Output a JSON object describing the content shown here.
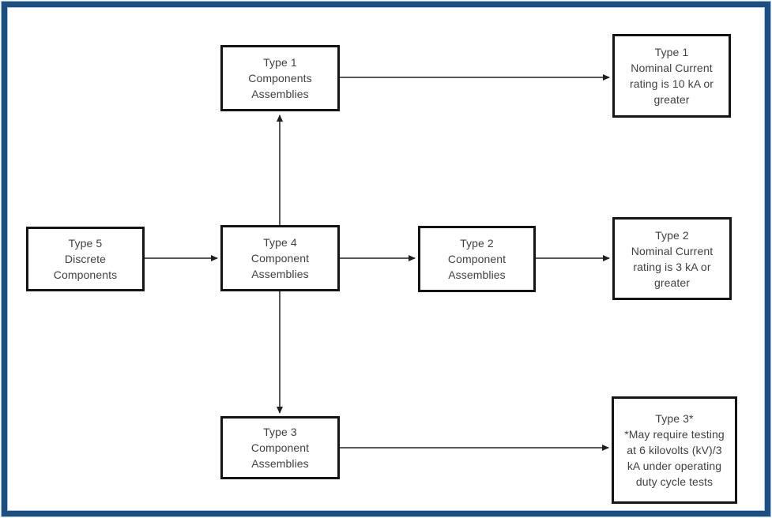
{
  "frame": {
    "border_color": "#1c4d83",
    "background": "#ffffff"
  },
  "diagram": {
    "line_color": "#231f20",
    "box_border_color": "#141414",
    "text_color": "#404040"
  },
  "nodes": {
    "type1_assemblies": {
      "label": "Type 1\nComponents\nAssemblies"
    },
    "type1_nominal": {
      "label": "Type 1\nNominal Current\nrating is 10 kA or\ngreater"
    },
    "type5_discrete": {
      "label": "Type 5\nDiscrete\nComponents"
    },
    "type4_assemblies": {
      "label": "Type 4\nComponent\nAssemblies"
    },
    "type2_assemblies": {
      "label": "Type 2\nComponent\nAssemblies"
    },
    "type2_nominal": {
      "label": "Type 2\nNominal Current\nrating is 3 kA or\ngreater"
    },
    "type3_assemblies": {
      "label": "Type 3\nComponent\nAssemblies"
    },
    "type3_note": {
      "label": "Type 3*\n*May require testing\nat 6 kilovolts (kV)/3\nkA under operating\nduty cycle tests"
    }
  },
  "edges": [
    {
      "from": "type1_assemblies",
      "to": "type1_nominal"
    },
    {
      "from": "type4_assemblies",
      "to": "type1_assemblies"
    },
    {
      "from": "type5_discrete",
      "to": "type4_assemblies"
    },
    {
      "from": "type4_assemblies",
      "to": "type2_assemblies"
    },
    {
      "from": "type2_assemblies",
      "to": "type2_nominal"
    },
    {
      "from": "type4_assemblies",
      "to": "type3_assemblies"
    },
    {
      "from": "type3_assemblies",
      "to": "type3_note"
    }
  ]
}
